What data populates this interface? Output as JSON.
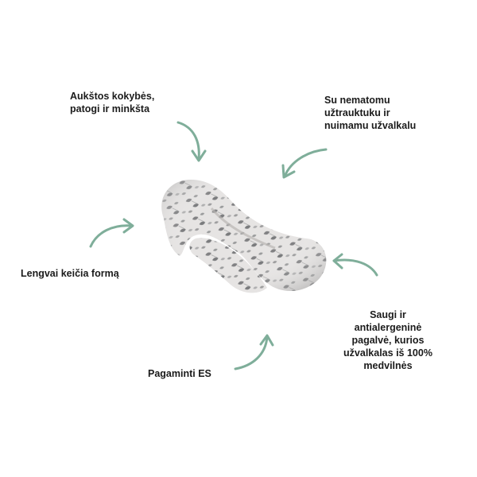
{
  "colors": {
    "arrow": "#7fae9a",
    "text": "#1b1b1b",
    "background": "#ffffff",
    "pillow_fabric": "#e4e2e1",
    "pillow_leaf": "#5e6062"
  },
  "features": {
    "quality": {
      "lines": [
        "Aukštos kokybės,",
        "patogi ir minkšta"
      ]
    },
    "zipper": {
      "lines": [
        "Su nematomu",
        "užtrauktuku ir",
        "nuimamu užvalkalu"
      ]
    },
    "shape": {
      "lines": [
        "Lengvai keičia formą"
      ]
    },
    "safe": {
      "lines": [
        "Saugi ir",
        "antialergeninė",
        "pagalvė, kurios",
        "užvalkalas iš 100%",
        "medvilnės"
      ]
    },
    "eu": {
      "lines": [
        "Pagaminti ES"
      ]
    }
  },
  "product": {
    "image": "v-shaped-pregnancy-pillow",
    "pattern": "leaf-print"
  }
}
